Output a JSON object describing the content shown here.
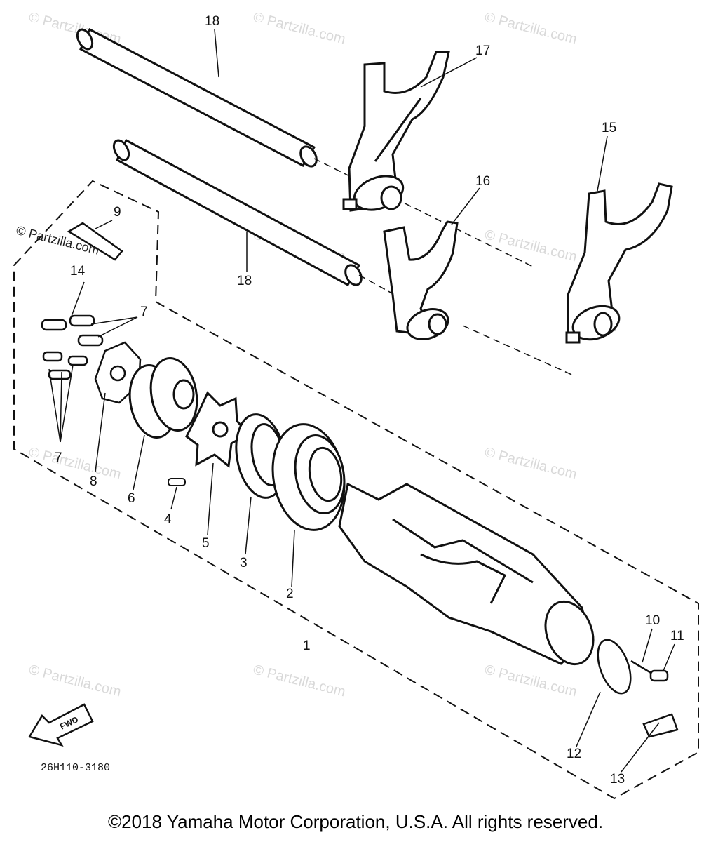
{
  "watermark": "© Partzilla.com",
  "side_watermark": "© Partzilla.com",
  "diagram_code": "26H110-3180",
  "fwd_label": "FWD",
  "copyright": "©2018 Yamaha Motor Corporation, U.S.A. All rights reserved.",
  "callouts": {
    "c1": "1",
    "c2": "2",
    "c3": "3",
    "c4": "4",
    "c5": "5",
    "c6": "6",
    "c7a": "7",
    "c7b": "7",
    "c8": "8",
    "c9": "9",
    "c10": "10",
    "c11": "11",
    "c12": "12",
    "c13": "13",
    "c14": "14",
    "c15": "15",
    "c16": "16",
    "c17": "17",
    "c18a": "18",
    "c18b": "18"
  }
}
